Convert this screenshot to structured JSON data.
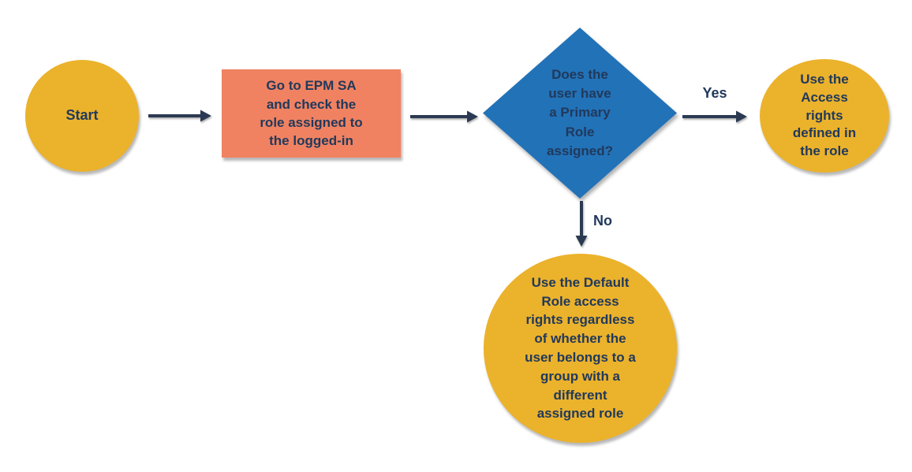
{
  "diagram": {
    "type": "flowchart",
    "background": "#ffffff",
    "colors": {
      "node_gold": "#EBB22B",
      "node_orange": "#F08262",
      "node_blue": "#2272B8",
      "text_navy": "#21395B",
      "arrow_navy": "#2B3A52"
    },
    "nodes": {
      "start": {
        "shape": "circle",
        "label": "Start"
      },
      "process": {
        "shape": "rectangle",
        "label": "Go to EPM SA\nand check the\nrole assigned to\nthe logged-in"
      },
      "decision": {
        "shape": "diamond",
        "label": "Does the\nuser have\na Primary\nRole\nassigned?"
      },
      "yes_outcome": {
        "shape": "circle",
        "label": "Use the\nAccess\nrights\ndefined in\nthe role"
      },
      "no_outcome": {
        "shape": "circle",
        "label": "Use the Default\nRole access\nrights regardless\nof whether the\nuser belongs to a\ngroup with a\ndifferent\nassigned role"
      }
    },
    "edges": {
      "start_to_process": {
        "label": ""
      },
      "process_to_decision": {
        "label": ""
      },
      "decision_to_yes": {
        "label": "Yes"
      },
      "decision_to_no": {
        "label": "No"
      }
    }
  }
}
